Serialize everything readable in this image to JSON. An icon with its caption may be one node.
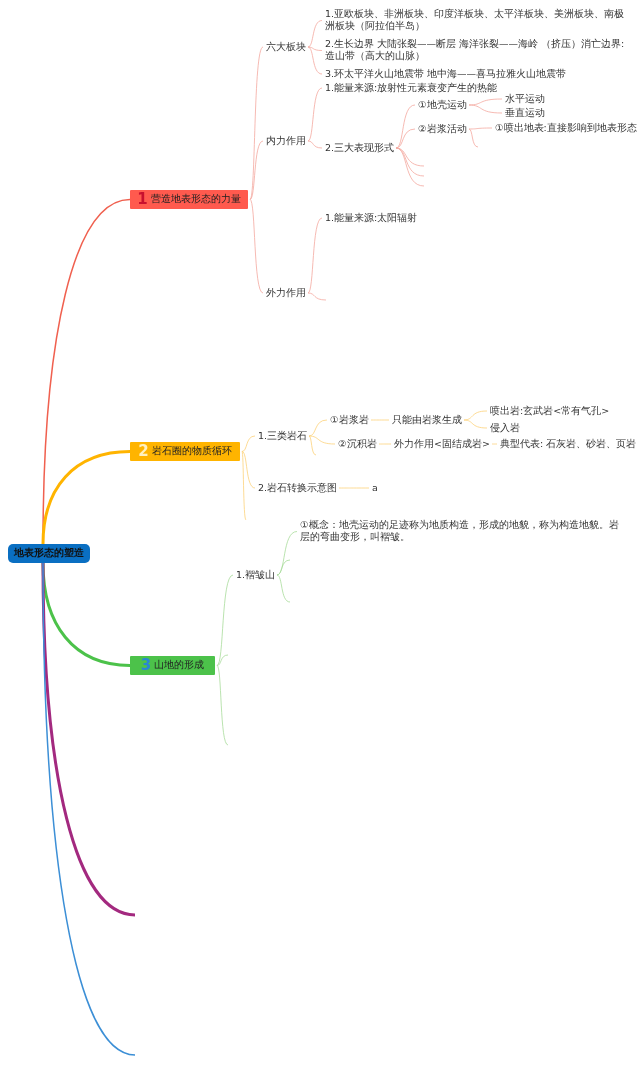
{
  "diagram": {
    "nodes": [
      {
        "text": [
          "地表形态的塑造"
        ]
      },
      {
        "text": [
          "1",
          "营造地表形态的力量"
        ]
      },
      {
        "text": [
          "六大板块"
        ]
      },
      {
        "text": [
          "1.亚欧板块、非洲板块、印度洋板块、太平洋板块、美洲板块、南极洲板块（阿拉伯半岛）"
        ]
      },
      {
        "text": [
          "2.生长边界 大陆张裂——断层 海洋张裂——海岭 （挤压）消亡边界:造山带（高大的山脉）"
        ]
      },
      {
        "text": [
          "3.环太平洋火山地震带 地中海——喜马拉雅火山地震带"
        ]
      },
      {
        "text": [
          "内力作用"
        ]
      },
      {
        "text": [
          "1.能量来源:放射性元素衰变产生的热能"
        ]
      },
      {
        "text": [
          "2.三大表现形式"
        ]
      },
      {
        "text": [
          "①地壳运动"
        ]
      },
      {
        "text": [
          "水平运动"
        ]
      },
      {
        "text": [
          "垂直运动"
        ]
      },
      {
        "text": [
          "②岩浆活动"
        ]
      },
      {
        "text": [
          "①喷出地表:直接影响到地表形态"
        ]
      },
      {
        "text": [
          "外力作用"
        ]
      },
      {
        "text": [
          "1.能量来源:太阳辐射"
        ]
      },
      {
        "text": [
          "2",
          "岩石圈的物质循环"
        ]
      },
      {
        "text": [
          "1.三类岩石"
        ]
      },
      {
        "text": [
          "①岩浆岩"
        ]
      },
      {
        "text": [
          "只能由岩浆生成"
        ]
      },
      {
        "text": [
          "喷出岩:玄武岩<常有气孔>"
        ]
      },
      {
        "text": [
          "侵入岩"
        ]
      },
      {
        "text": [
          "②沉积岩"
        ]
      },
      {
        "text": [
          "外力作用<固结成岩>"
        ]
      },
      {
        "text": [
          "典型代表: 石灰岩、砂岩、页岩"
        ]
      },
      {
        "text": [
          "2.岩石转换示意图"
        ]
      },
      {
        "text": [
          "a"
        ]
      },
      {
        "text": [
          "3",
          "山地的形成"
        ]
      },
      {
        "text": [
          "1.褶皱山"
        ]
      },
      {
        "text": [
          "①概念：地壳运动的足迹称为地质构造，形成的地貌，称为构造地貌。岩层的弯曲变形，叫褶皱。"
        ]
      }
    ],
    "edges": [
      {
        "from": 0,
        "to": 1,
        "arrow": "none",
        "color": "#f0604f"
      },
      {
        "from": 0,
        "to": 16,
        "arrow": "none",
        "style": "thick",
        "color": "#ffb400"
      },
      {
        "from": 0,
        "to": 27,
        "arrow": "none",
        "style": "thick",
        "color": "#4cc24a"
      },
      {
        "from": 0,
        "to": null,
        "arrow": "none",
        "style": "thick",
        "color": "#a3297f"
      },
      {
        "from": 0,
        "to": null,
        "arrow": "none",
        "color": "#3c8fd6"
      },
      {
        "from": 1,
        "to": 2,
        "arrow": "none"
      },
      {
        "from": 1,
        "to": 6,
        "arrow": "none"
      },
      {
        "from": 1,
        "to": 14,
        "arrow": "none"
      },
      {
        "from": 2,
        "to": 3,
        "arrow": "none"
      },
      {
        "from": 2,
        "to": 4,
        "arrow": "none"
      },
      {
        "from": 2,
        "to": 5,
        "arrow": "none"
      },
      {
        "from": 6,
        "to": 7,
        "arrow": "none"
      },
      {
        "from": 6,
        "to": 8,
        "arrow": "none"
      },
      {
        "from": 8,
        "to": 9,
        "arrow": "none"
      },
      {
        "from": 8,
        "to": 12,
        "arrow": "none"
      },
      {
        "from": 8,
        "to": null,
        "arrow": "none"
      },
      {
        "from": 8,
        "to": null,
        "arrow": "none"
      },
      {
        "from": 8,
        "to": null,
        "arrow": "none"
      },
      {
        "from": 9,
        "to": 10,
        "arrow": "none"
      },
      {
        "from": 9,
        "to": 11,
        "arrow": "none"
      },
      {
        "from": 12,
        "to": 13,
        "arrow": "none"
      },
      {
        "from": 12,
        "to": null,
        "arrow": "none"
      },
      {
        "from": 14,
        "to": 15,
        "arrow": "none"
      },
      {
        "from": 14,
        "to": null,
        "arrow": "none"
      },
      {
        "from": 16,
        "to": 17,
        "arrow": "none",
        "color": "#fcd27a"
      },
      {
        "from": 16,
        "to": 25,
        "arrow": "none",
        "color": "#fcd27a"
      },
      {
        "from": 16,
        "to": null,
        "arrow": "none",
        "color": "#fcd27a"
      },
      {
        "from": 17,
        "to": 18,
        "arrow": "none",
        "color": "#fcd27a"
      },
      {
        "from": 17,
        "to": 22,
        "arrow": "none",
        "color": "#fcd27a"
      },
      {
        "from": 17,
        "to": null,
        "arrow": "none",
        "color": "#fcd27a"
      },
      {
        "from": 18,
        "to": 19,
        "arrow": "none",
        "color": "#fcd27a"
      },
      {
        "from": 19,
        "to": 20,
        "arrow": "none",
        "color": "#fcd27a"
      },
      {
        "from": 19,
        "to": 21,
        "arrow": "none",
        "color": "#fcd27a"
      },
      {
        "from": 22,
        "to": 23,
        "arrow": "none",
        "color": "#fcd27a"
      },
      {
        "from": 23,
        "to": 24,
        "arrow": "none",
        "color": "#fcd27a"
      },
      {
        "from": 25,
        "to": 26,
        "arrow": "none",
        "color": "#fcd27a"
      },
      {
        "from": 27,
        "to": 28,
        "arrow": "none",
        "color": "#a8dc9a"
      },
      {
        "from": 27,
        "to": null,
        "arrow": "none",
        "color": "#a8dc9a"
      },
      {
        "from": 27,
        "to": null,
        "arrow": "none",
        "color": "#a8dc9a"
      },
      {
        "from": 28,
        "to": 29,
        "arrow": "none",
        "color": "#a8dc9a"
      },
      {
        "from": 28,
        "to": null,
        "arrow": "none",
        "color": "#a8dc9a"
      },
      {
        "from": 28,
        "to": null,
        "arrow": "none",
        "color": "#a8dc9a"
      }
    ]
  }
}
